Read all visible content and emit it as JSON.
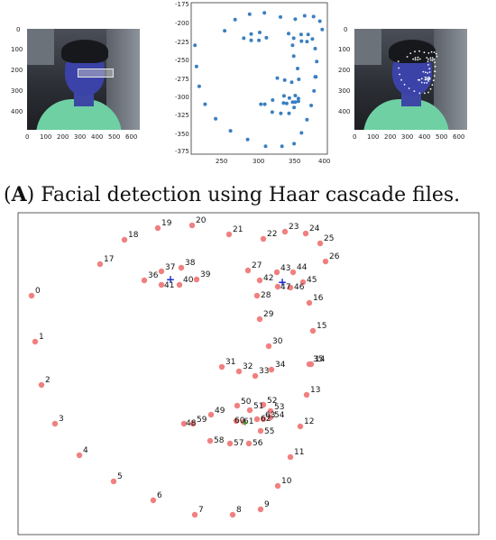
{
  "figure": {
    "caption_label": "A",
    "caption_text": " Facial detection using Haar cascade files."
  },
  "left_photo": {
    "description": "driver face photo with detection box",
    "y_ticks": [
      "0",
      "100",
      "200",
      "300",
      "400"
    ],
    "x_ticks": [
      "0",
      "100",
      "200",
      "300",
      "400",
      "500",
      "600"
    ]
  },
  "middle_plot": {
    "y_ticks": [
      "-175",
      "-200",
      "-225",
      "-250",
      "-275",
      "-300",
      "-325",
      "-350",
      "-375"
    ],
    "x_ticks": [
      "250",
      "300",
      "350",
      "400"
    ]
  },
  "right_photo": {
    "description": "driver face photo with landmark dots",
    "y_ticks": [
      "0",
      "100",
      "200",
      "300",
      "400"
    ],
    "x_ticks": [
      "0",
      "100",
      "200",
      "300",
      "400",
      "500",
      "600"
    ]
  },
  "landmark_labels": [
    "0",
    "1",
    "2",
    "3",
    "4",
    "5",
    "6",
    "7",
    "8",
    "9",
    "10",
    "11",
    "12",
    "13",
    "14",
    "15",
    "16",
    "17",
    "18",
    "19",
    "20",
    "21",
    "22",
    "23",
    "24",
    "25",
    "26",
    "27",
    "28",
    "29",
    "30",
    "31",
    "32",
    "33",
    "34",
    "35",
    "36",
    "37",
    "38",
    "39",
    "40",
    "41",
    "42",
    "43",
    "44",
    "45",
    "46",
    "47",
    "48",
    "49",
    "50",
    "51",
    "52",
    "53",
    "54",
    "55",
    "56",
    "57",
    "58",
    "59",
    "60",
    "61",
    "62",
    "63",
    "64"
  ],
  "colors": {
    "scatter_point": "#3a7fc1",
    "landmark_point": "#f08080",
    "eye_center": "#1a2bd0",
    "mouth_center": "#2a9a2a"
  }
}
